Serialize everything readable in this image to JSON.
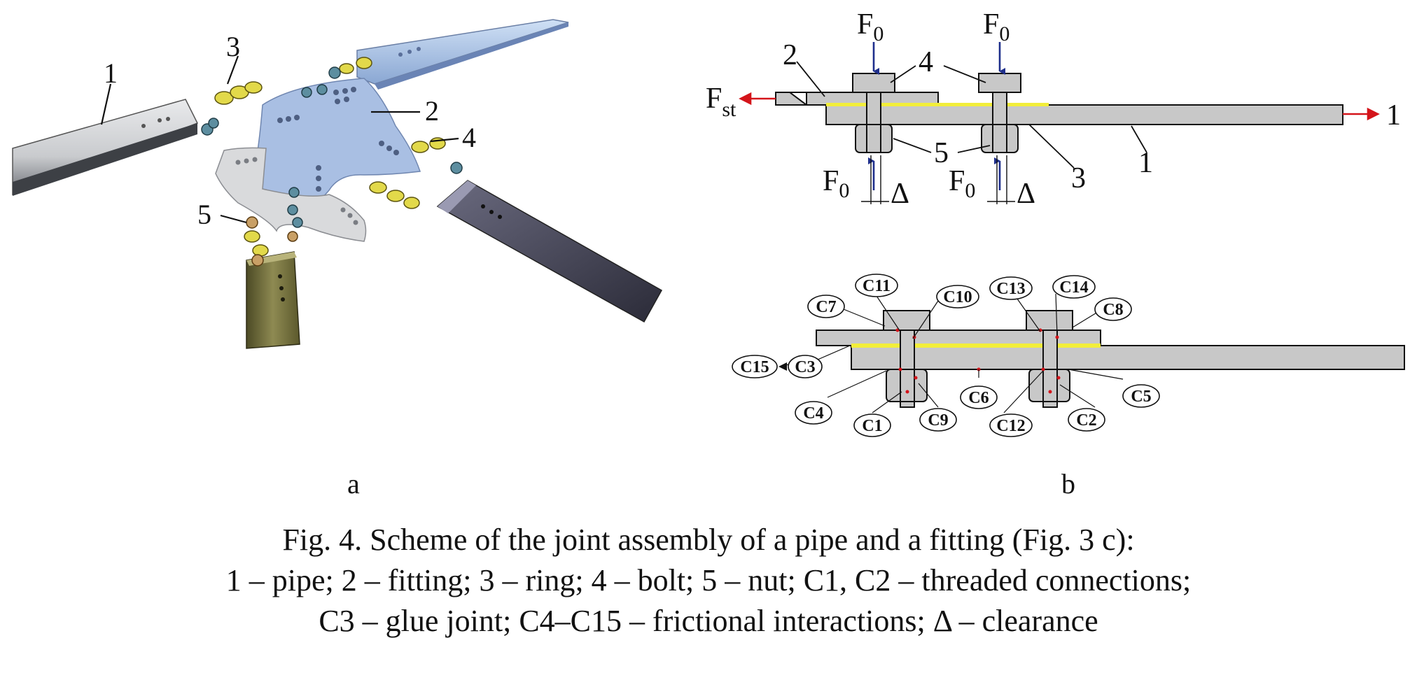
{
  "panel_a": {
    "label": "a",
    "callouts": [
      "1",
      "2",
      "3",
      "4",
      "5"
    ]
  },
  "panel_b": {
    "label": "b",
    "top": {
      "force_labels": [
        "F0",
        "F0",
        "F0",
        "F0"
      ],
      "f_main": "F",
      "f_sub": "0",
      "fst_main": "F",
      "fst_sub": "st",
      "right_label": "1",
      "numbers": [
        "2",
        "4",
        "5",
        "3",
        "1"
      ],
      "delta": "Δ"
    },
    "bottom": {
      "tags": [
        "C11",
        "C7",
        "C10",
        "C13",
        "C14",
        "C8",
        "C15",
        "C3",
        "C6",
        "C5",
        "C4",
        "C1",
        "C9",
        "C12",
        "C2"
      ]
    }
  },
  "caption": {
    "line1": "Fig. 4. Scheme of the joint assembly of a pipe and a fitting (Fig. 3 c):",
    "line2": "1 – pipe; 2 – fitting; 3 – ring; 4 – bolt; 5 – nut; C1, C2 – threaded connections;",
    "line3": "C3 – glue joint; C4–C15 – frictional interactions; Δ – clearance"
  },
  "colors": {
    "grey_part": "#c8c8c8",
    "fitting_blue": "#a9bfe3",
    "glue_yellow": "#f2ee3a",
    "force_blue": "#1f2f8c",
    "tension_red": "#d4141a",
    "pipe_dark": "#3a3a4a",
    "pipe_olive": "#6f6a3a"
  }
}
